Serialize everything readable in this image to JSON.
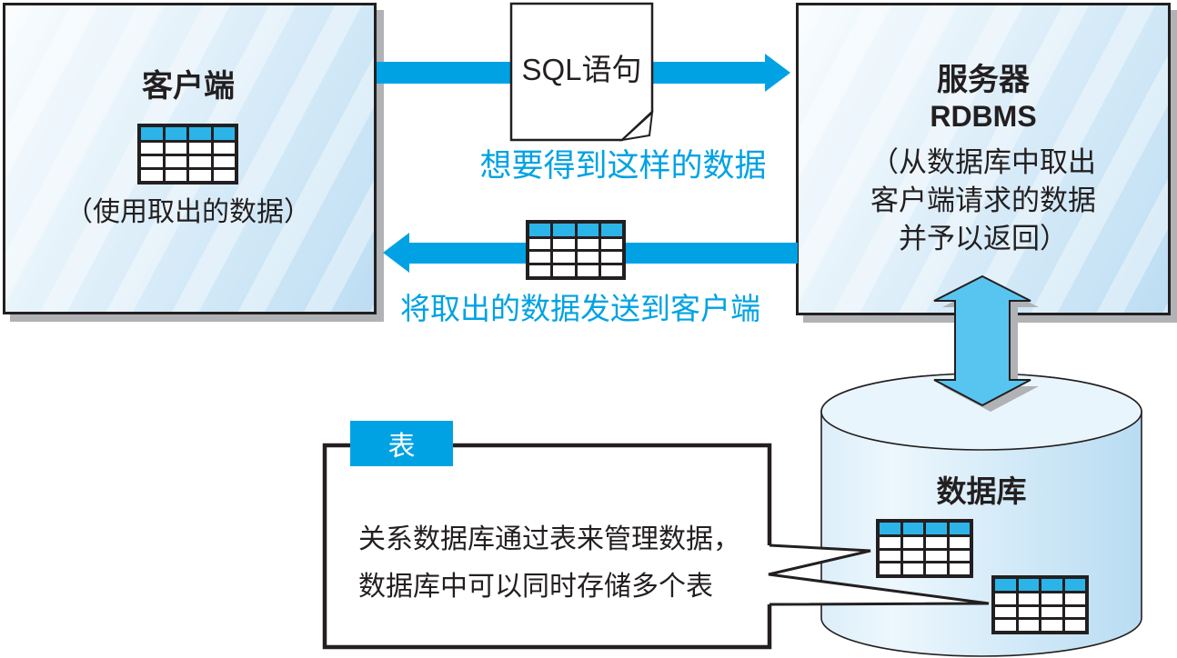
{
  "colors": {
    "accent": "#00a2e3",
    "header": "#2cb4e8",
    "varrow": "#58c5f0",
    "shadow": "#b0b2b5",
    "ink": "#231f20"
  },
  "client_box": {
    "title": "客户端",
    "caption": "（使用取出的数据）"
  },
  "sql_note": {
    "label": "SQL语句"
  },
  "arrows": {
    "request_label": "想要得到这样的数据",
    "response_label": "将取出的数据发送到客户端"
  },
  "server_box": {
    "title": "服务器",
    "subtitle": "RDBMS",
    "caption_lines": [
      "（从数据库中取出",
      "客户端请求的数据",
      "并予以返回）"
    ]
  },
  "database": {
    "label": "数据库"
  },
  "callout": {
    "tab_label": "表",
    "text_lines": [
      "关系数据库通过表来管理数据，",
      "数据库中可以同时存储多个表"
    ]
  }
}
